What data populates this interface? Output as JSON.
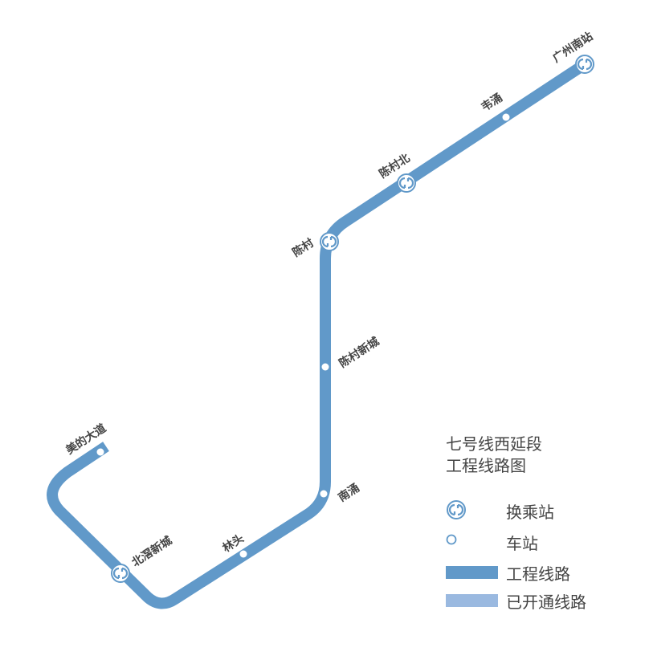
{
  "line_color": "#6199c9",
  "open_line_color": "#9ab9e0",
  "stations": [
    {
      "name": "美的大道",
      "type": "station"
    },
    {
      "name": "北滘新城",
      "type": "interchange"
    },
    {
      "name": "林头",
      "type": "station"
    },
    {
      "name": "南涌",
      "type": "station"
    },
    {
      "name": "陈村新城",
      "type": "station"
    },
    {
      "name": "陈村",
      "type": "interchange"
    },
    {
      "name": "陈村北",
      "type": "interchange"
    },
    {
      "name": "韦涌",
      "type": "station"
    },
    {
      "name": "广州南站",
      "type": "interchange"
    }
  ],
  "legend": {
    "title_line1": "七号线西延段",
    "title_line2": "工程线路图",
    "interchange": "换乘站",
    "station": "车站",
    "under_construction": "工程线路",
    "opened": "已开通线路"
  }
}
